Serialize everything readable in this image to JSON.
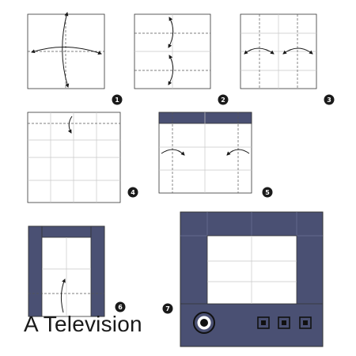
{
  "title": "A Television",
  "steps": [
    {
      "number": "1"
    },
    {
      "number": "2"
    },
    {
      "number": "3"
    },
    {
      "number": "4"
    },
    {
      "number": "5"
    },
    {
      "number": "6"
    },
    {
      "number": "7"
    }
  ],
  "colors": {
    "paper": "#ffffff",
    "colored_side": "#4a5073",
    "outline": "#333333",
    "crease": "#c8c8c8",
    "fold_line": "#555555",
    "arrow": "#1a1a1a",
    "badge": "#1a1a1a"
  },
  "icons": [
    "curved-fold-arrow-icon",
    "tv-dial-icon",
    "tv-button-icon"
  ]
}
